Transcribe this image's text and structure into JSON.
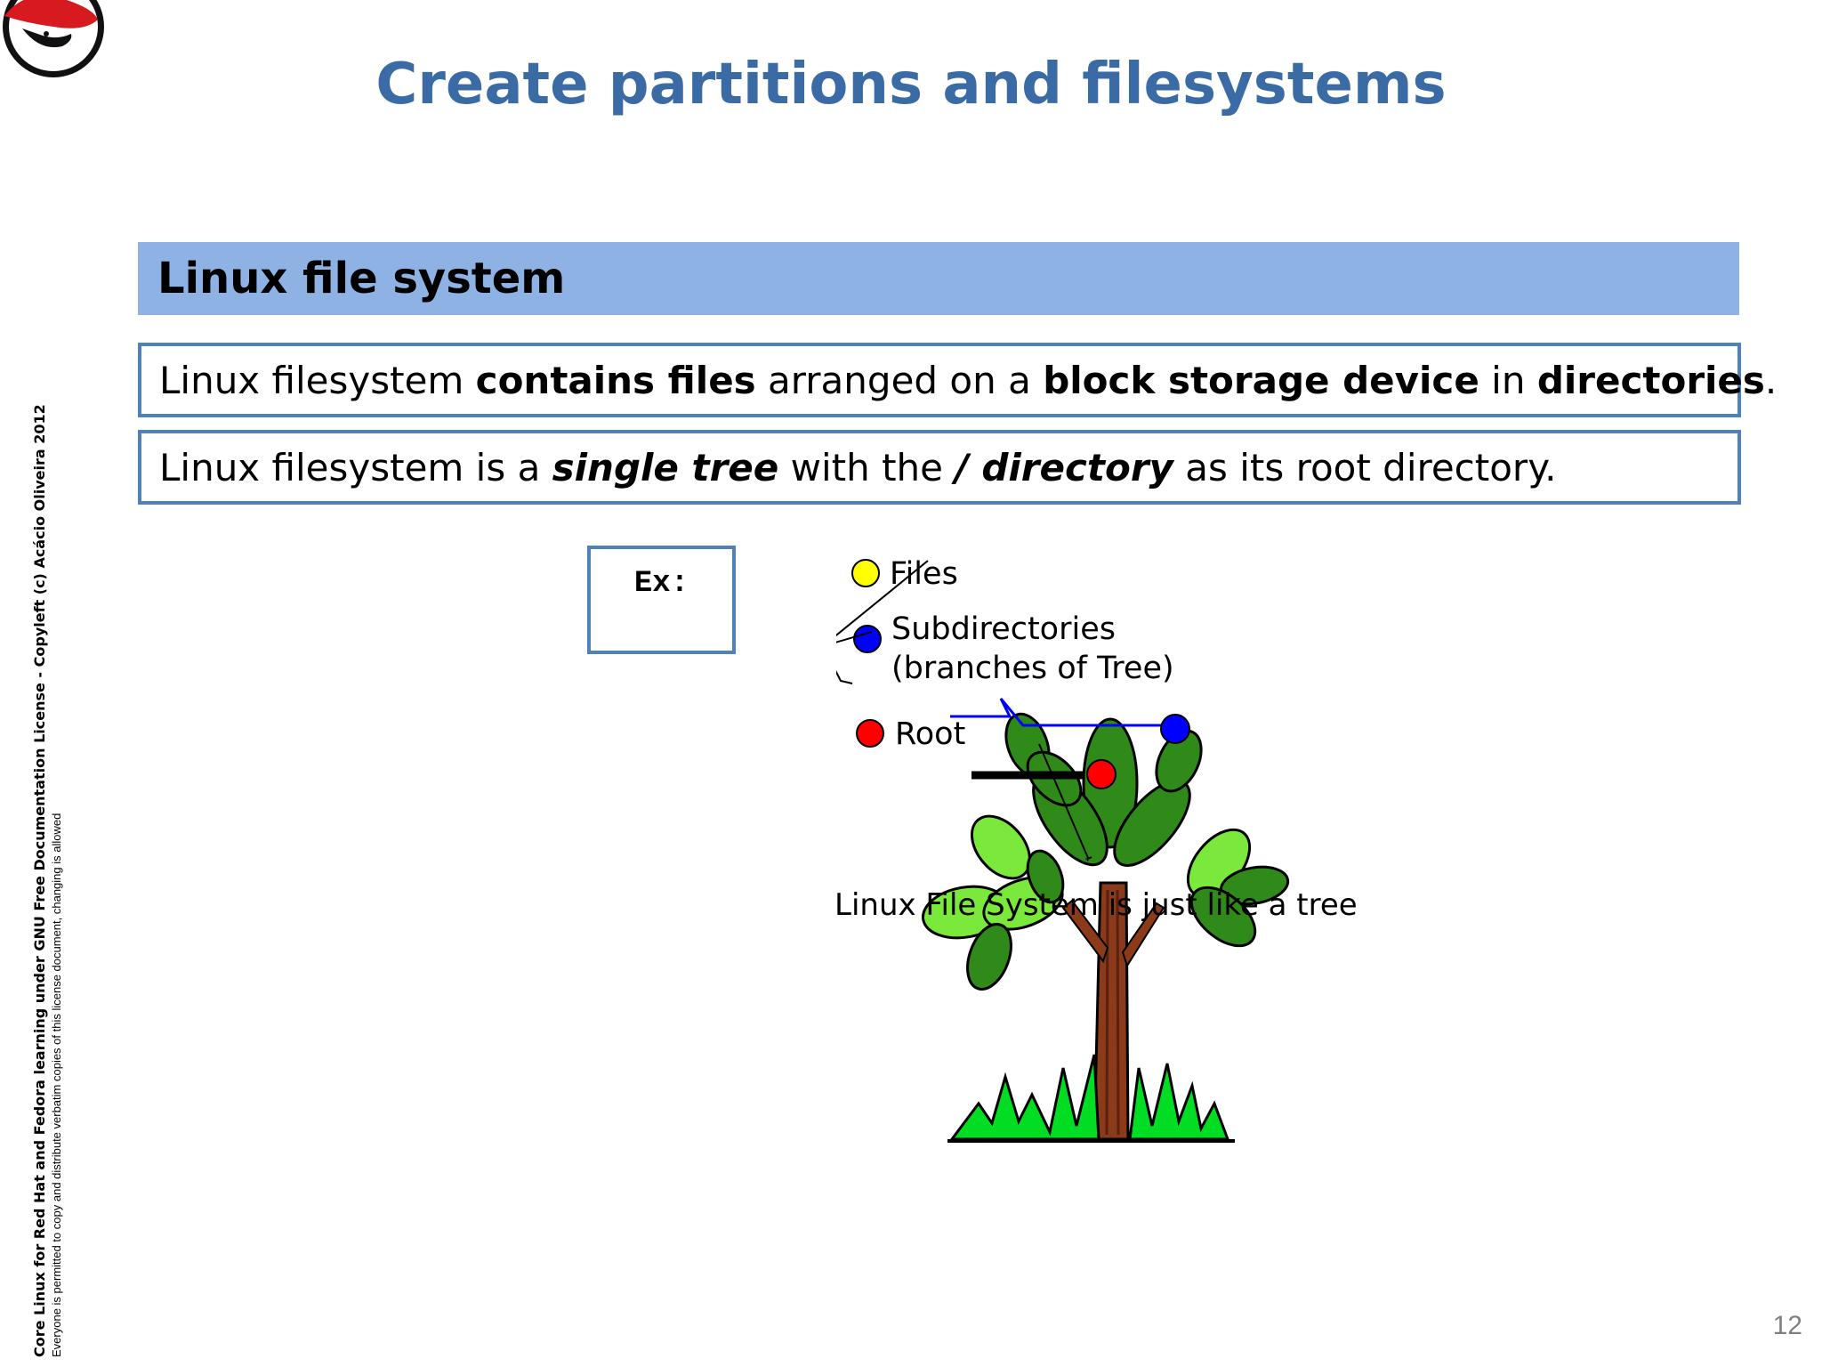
{
  "slide": {
    "title": "Create partitions and filesystems",
    "section_header": "Linux file system",
    "box1": {
      "part1": "Linux filesystem ",
      "bold1": "contains files",
      "part2": " arranged on a ",
      "bold2": "block storage device",
      "part3": " in ",
      "bold3": "directories",
      "part4": "."
    },
    "box2": {
      "part1": "Linux filesystem is a ",
      "bold1": "single tree",
      "part2": " with the ",
      "bold2": "/ directory",
      "part3": " as its root directory."
    },
    "example_label": "Ex:",
    "legend": {
      "files": "Files",
      "subdirectories_line1": "Subdirectories",
      "subdirectories_line2": "(branches of Tree)",
      "root": "Root"
    },
    "figure_caption": "Linux File System is just like a tree",
    "sidebar_line1": "Core Linux for Red Hat and Fedora learning under GNU Free Documentation License  - Copyleft (c) Acácio Oliveira 2012",
    "sidebar_line2": "Everyone is permitted to copy and distribute verbatim copies of this license document, changing is allowed",
    "page_number": "12"
  },
  "colors": {
    "title": "#3b6ba5",
    "header_bg": "#8eb2e4",
    "box_border": "#4f81bd",
    "files_dot": "#ffff00",
    "subdir_dot": "#0000ff",
    "root_dot": "#ff0000"
  },
  "icons": [
    "red-hat-logo-icon",
    "tree-illustration-icon"
  ]
}
